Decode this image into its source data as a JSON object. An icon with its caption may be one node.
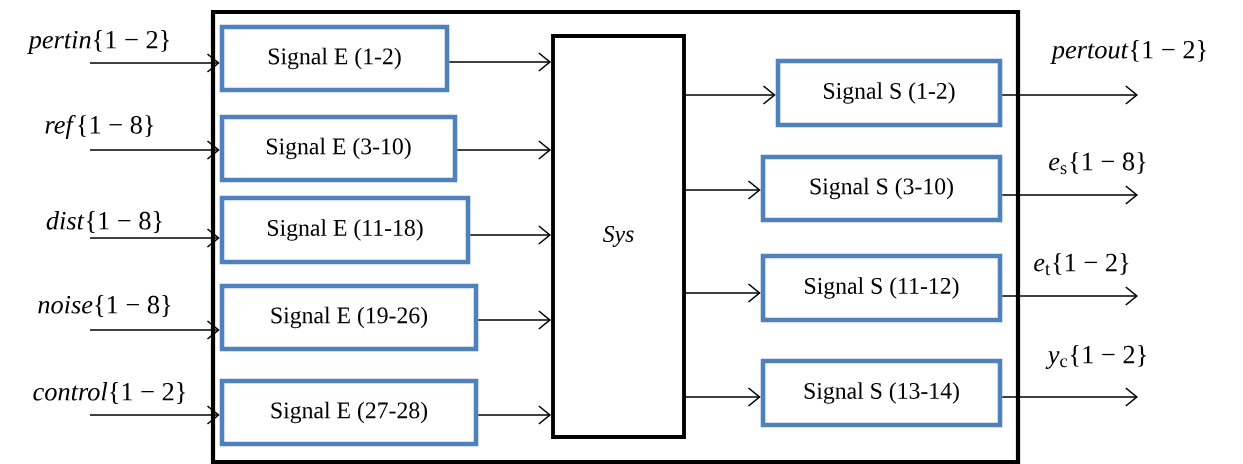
{
  "diagram": {
    "nodes": [
      {
        "text": [],
        "shape": "box"
      },
      {
        "text": [
          "Signal E (1-2)"
        ],
        "in": 0
      },
      {
        "text": [
          "Signal E (3-10)"
        ],
        "in": 0
      },
      {
        "text": [
          "Signal E (11-18)"
        ],
        "in": 0
      },
      {
        "text": [
          "Signal  E (19-26)"
        ],
        "in": 0
      },
      {
        "text": [
          "Signal E (27-28)"
        ],
        "in": 0
      },
      {
        "text": [
          "Sys"
        ],
        "in": 0
      },
      {
        "text": [
          "Signal S (1-2)"
        ],
        "in": 0
      },
      {
        "text": [
          "Signal S (3-10)"
        ],
        "in": 0
      },
      {
        "text": [
          "Signal S (11-12)"
        ],
        "in": 0
      },
      {
        "text": [
          "Signal S (13-14)"
        ],
        "in": 0
      }
    ],
    "edges": [
      {
        "from": null,
        "to": 1,
        "arrow": "to",
        "label": "*pertin*{1 − 2}"
      },
      {
        "from": null,
        "to": 2,
        "arrow": "to",
        "label": "*ref*{1 − 8}"
      },
      {
        "from": null,
        "to": 3,
        "arrow": "to",
        "label": "*dist*{1 − 8}"
      },
      {
        "from": null,
        "to": 4,
        "arrow": "to",
        "label": "*noise*{1 − 8}"
      },
      {
        "from": null,
        "to": 5,
        "arrow": "to",
        "label": "*control*{1 − 2}"
      },
      {
        "from": 1,
        "to": 6,
        "arrow": "to"
      },
      {
        "from": 2,
        "to": 6,
        "arrow": "to"
      },
      {
        "from": 3,
        "to": 6,
        "arrow": "to"
      },
      {
        "from": 4,
        "to": 6,
        "arrow": "to"
      },
      {
        "from": 5,
        "to": 6,
        "arrow": "to"
      },
      {
        "from": 6,
        "to": 7,
        "arrow": "to"
      },
      {
        "from": 6,
        "to": 8,
        "arrow": "to"
      },
      {
        "from": 6,
        "to": 9,
        "arrow": "to"
      },
      {
        "from": 6,
        "to": 10,
        "arrow": "to"
      },
      {
        "from": 7,
        "to": null,
        "arrow": "to",
        "label": "*pertout*{1 − 2}"
      },
      {
        "from": 8,
        "to": null,
        "arrow": "to",
        "label": "*e*$_{s}${1 − 8}"
      },
      {
        "from": 9,
        "to": null,
        "arrow": "to",
        "label": "*e*$_{t}${1 − 2}"
      },
      {
        "from": 10,
        "to": null,
        "arrow": "to",
        "label": "*y*$_{c}${1 − 2}"
      }
    ]
  }
}
